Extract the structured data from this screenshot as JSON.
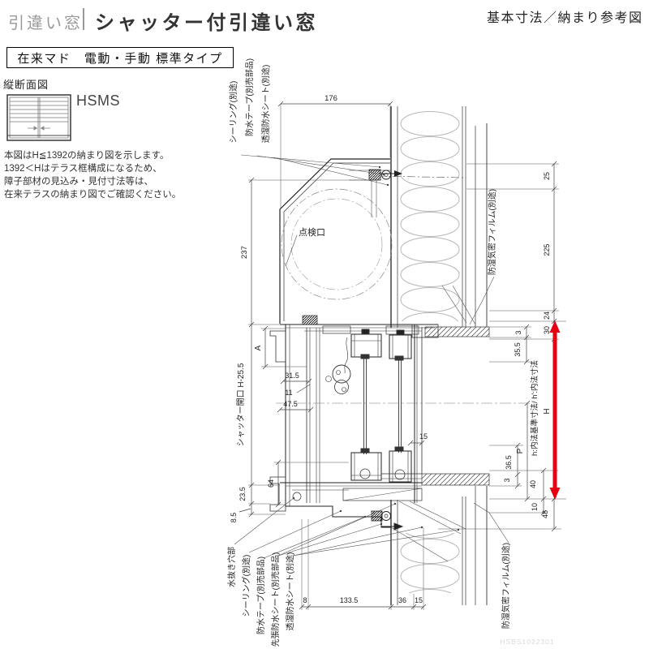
{
  "header": {
    "category": "引違い窓",
    "title": "シャッター付引違い窓",
    "right_note": "基本寸法／納まり参考図"
  },
  "subheader": {
    "type_box": "在来マド　電動・手動 標準タイプ",
    "section_label": "縦断面図",
    "model": "HSMS"
  },
  "note_lines": [
    "本図はH≦1392の納まり図を示します。",
    "1392＜Hはテラス框構成になるため、",
    "障子部材の見込み・見付寸法等は、",
    "在来テラスの納まり図でご確認ください。"
  ],
  "drawing": {
    "labels": {
      "sealing_top": "シーリング(別途)",
      "tape_top": "防水テープ(別売部品)",
      "sheet_top": "透湿防水シート(別途)",
      "film_top": "防湿気密フィルム(別途)",
      "film_bottom": "防湿気密フィルム(別途)",
      "inspection": "点検口",
      "shutter_opening": "シャッター開口 H-25.5",
      "inner_dims": "h:内法基準寸法/ h':内法寸法",
      "drain": "水抜き穴部",
      "sealing_bottom": "シーリング(別途)",
      "tape_bottom": "防水テープ(別売部品)",
      "presheet_bottom": "先張防水シート(別売部品)",
      "sheet_bottom": "透湿防水シート(別途)"
    },
    "dims": {
      "w176": "176",
      "h237": "237",
      "a": "A",
      "d315": "31.5",
      "d11": "11",
      "d475": "47.5",
      "d64": "64",
      "d235": "23.5",
      "d85": "8.5",
      "d15mid": "15",
      "d25": "25",
      "d225": "225",
      "d24": "24",
      "d30": "30",
      "d3a": "3",
      "d355": "35.5",
      "d365": "36.5",
      "d3b": "3",
      "p": "P",
      "h": "H",
      "d40": "40",
      "d10": "10",
      "d48": "48",
      "d8": "8",
      "d1335": "133.5",
      "d36": "36",
      "d15": "15"
    },
    "watermark": "HSBS1022301",
    "accent_red": "#e60012"
  }
}
